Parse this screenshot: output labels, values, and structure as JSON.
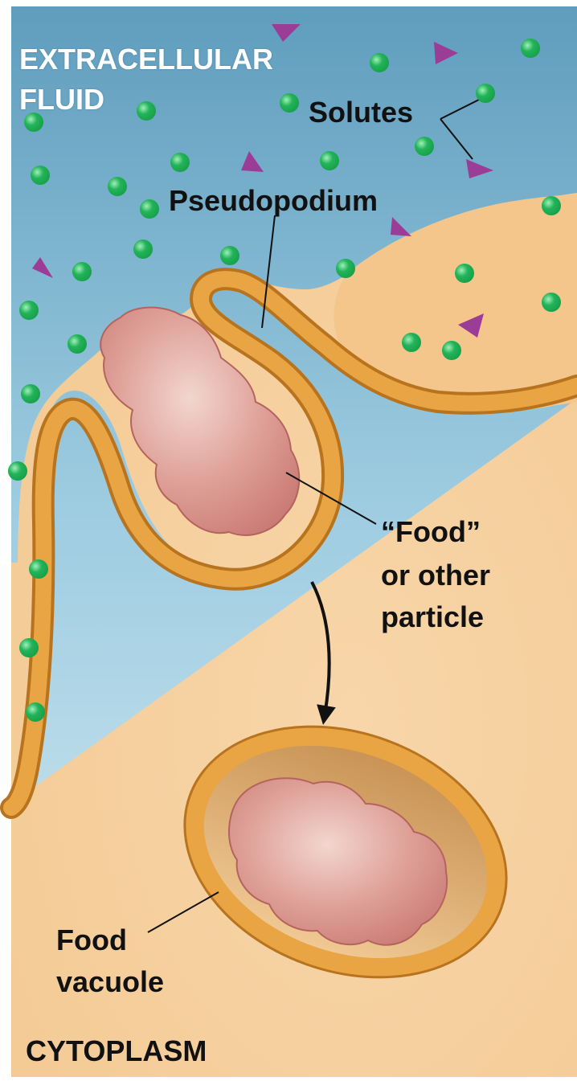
{
  "labels": {
    "extracellular_line1": "EXTRACELLULAR",
    "extracellular_line2": "FLUID",
    "solutes": "Solutes",
    "pseudopodium": "Pseudopodium",
    "food_line1": "“Food”",
    "food_line2": "or other",
    "food_line3": "particle",
    "vacuole_line1": "Food",
    "vacuole_line2": "vacuole",
    "cytoplasm": "CYTOPLASM"
  },
  "colors": {
    "fluid_top": "#5f9dbd",
    "fluid_bottom": "#d6ebf3",
    "cytoplasm": "#f3c992",
    "membrane": "#e9a444",
    "membrane_edge": "#b8731e",
    "particle": "#c97a74",
    "solute_sphere": "#16a04a",
    "solute_triangle": "#9b3d97"
  },
  "icons": [
    "solute-sphere-icon",
    "solute-triangle-icon",
    "arrow-down-icon"
  ]
}
